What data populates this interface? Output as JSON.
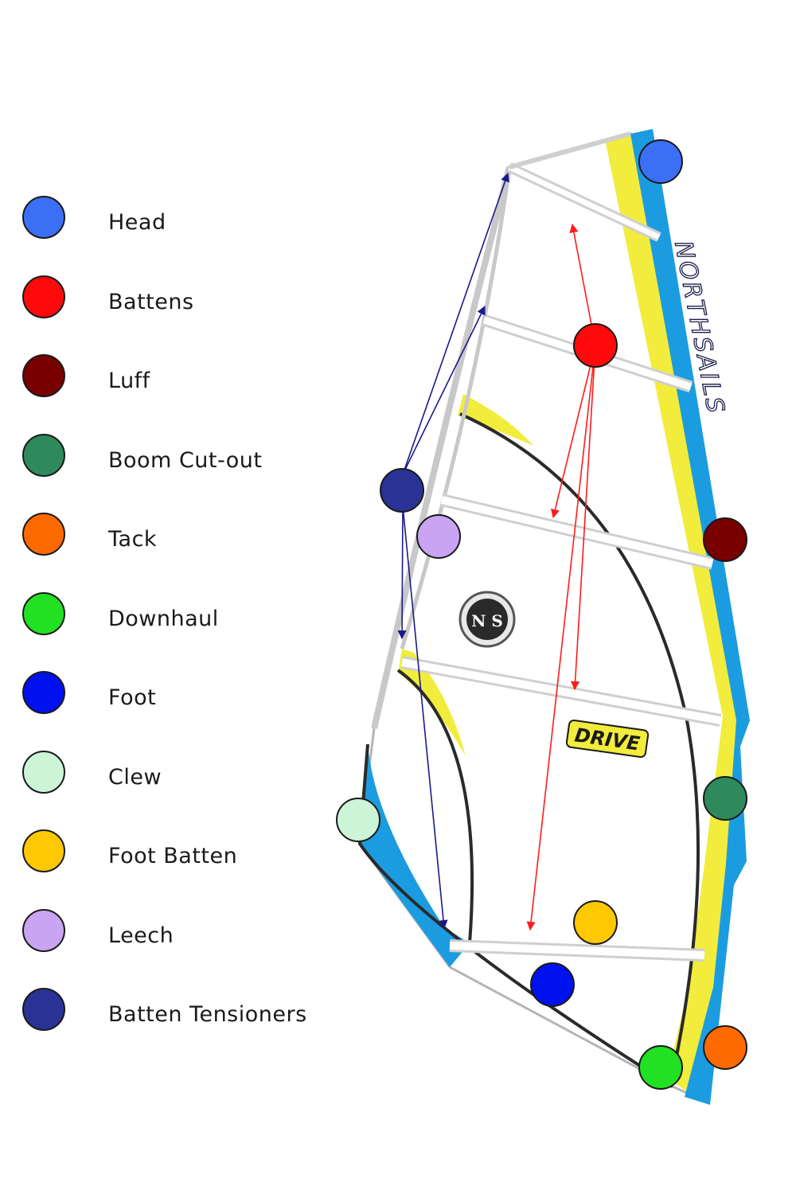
{
  "legend": [
    {
      "label": "Head",
      "color": "#3b6ff5"
    },
    {
      "label": "Battens",
      "color": "#ff0a0a"
    },
    {
      "label": "Luff",
      "color": "#7a0000"
    },
    {
      "label": "Boom Cut-out",
      "color": "#2e8a5c"
    },
    {
      "label": "Tack",
      "color": "#ff6a00"
    },
    {
      "label": "Downhaul",
      "color": "#22e022"
    },
    {
      "label": "Foot",
      "color": "#0011f0"
    },
    {
      "label": "Clew",
      "color": "#ccf5d8"
    },
    {
      "label": "Foot Batten",
      "color": "#ffc800"
    },
    {
      "label": "Leech",
      "color": "#c8a4f2"
    },
    {
      "label": "Batten Tensioners",
      "color": "#2a3296"
    }
  ],
  "sail": {
    "logo_letters": "N S",
    "model_text": "DRIVE",
    "mast_sleeve_text": "NORTHSAILS",
    "colors": {
      "mast_sleeve": "#1c9ce0",
      "yellow_panel": "#f2ec3c",
      "outline": "#333333",
      "red_arrow": "#ff1a1a",
      "blue_arrow": "#1a1a8a"
    }
  }
}
